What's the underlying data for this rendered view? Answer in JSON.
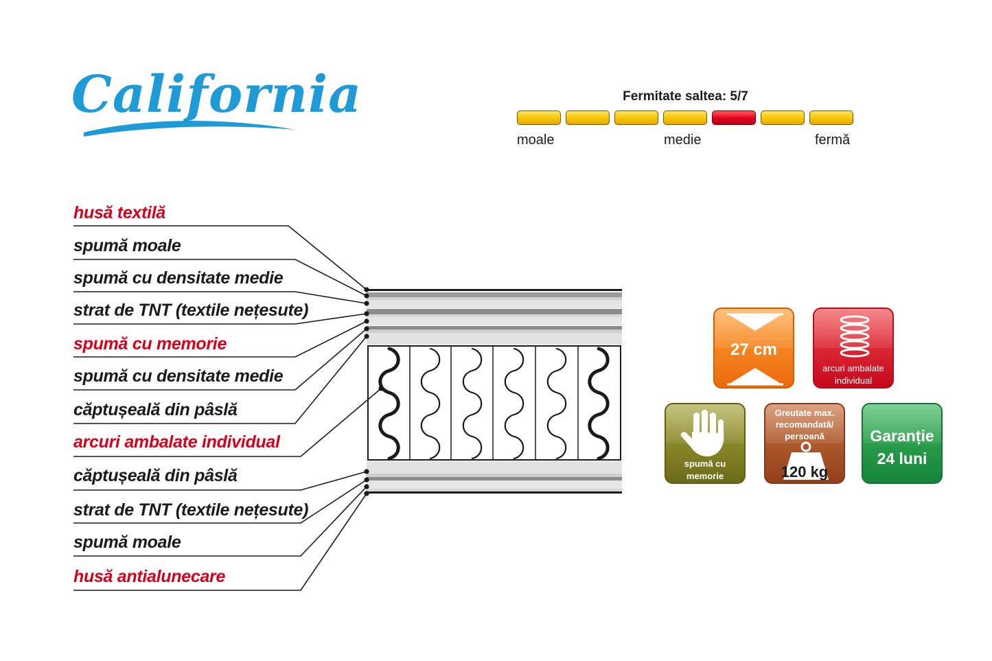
{
  "brand": {
    "name": "California"
  },
  "firmness": {
    "title": "Fermitate saltea: 5/7",
    "level": 5,
    "max": 7,
    "labels": {
      "soft": "moale",
      "medium": "medie",
      "firm": "fermă"
    },
    "colors": {
      "inactive": "#f6c400",
      "active": "#e3001b"
    }
  },
  "layers": [
    {
      "label": "husă textilă",
      "highlight": true
    },
    {
      "label": "spumă moale",
      "highlight": false
    },
    {
      "label": "spumă cu densitate medie",
      "highlight": false
    },
    {
      "label": "strat de TNT (textile nețesute)",
      "highlight": false
    },
    {
      "label": "spumă cu memorie",
      "highlight": true
    },
    {
      "label": "spumă cu densitate medie",
      "highlight": false
    },
    {
      "label": "căptușeală din pâslă",
      "highlight": false
    },
    {
      "label": "arcuri ambalate individual",
      "highlight": true
    },
    {
      "label": "căptușeală din pâslă",
      "highlight": false
    },
    {
      "label": "strat de TNT (textile nețesute)",
      "highlight": false
    },
    {
      "label": "spumă moale",
      "highlight": false
    },
    {
      "label": "husă antialunecare",
      "highlight": true
    }
  ],
  "badges": {
    "height": {
      "value": "27 cm",
      "color": "#ec6a0c"
    },
    "springs": {
      "line1": "arcuri ambalate",
      "line2": "individual",
      "color": "#c5081d"
    },
    "memory": {
      "line1": "spumă cu",
      "line2": "memorie",
      "color": "#6c6b18"
    },
    "weight": {
      "line1": "Greutate max.",
      "line2": "recomandată/",
      "line3": "persoană",
      "value": "120 kg",
      "color": "#93411b"
    },
    "warranty": {
      "line1": "Garanție",
      "line2": "24 luni",
      "color": "#16853a"
    }
  },
  "colors": {
    "accent_red": "#d5001c",
    "logo_blue": "#1e9ad6"
  }
}
